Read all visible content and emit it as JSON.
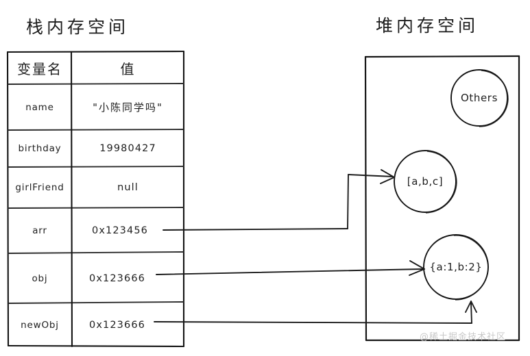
{
  "stack": {
    "title": "栈内存空间",
    "columns": [
      "变量名",
      "值"
    ],
    "rows": [
      {
        "name": "name",
        "value": "\"小陈同学吗\"",
        "cjk": true
      },
      {
        "name": "birthday",
        "value": "19980427",
        "cjk": false
      },
      {
        "name": "girlFriend",
        "value": "null",
        "cjk": false
      },
      {
        "name": "arr",
        "value": "0x123456",
        "cjk": false
      },
      {
        "name": "obj",
        "value": "0x123666",
        "cjk": false
      },
      {
        "name": "newObj",
        "value": "0x123666",
        "cjk": false
      }
    ]
  },
  "heap": {
    "title": "堆内存空间",
    "nodes": [
      {
        "label": "Others"
      },
      {
        "label": "[a,b,c]"
      },
      {
        "label": "{a:1,b:2}"
      }
    ]
  },
  "arrows": [
    {
      "from": "arr",
      "to": "[a,b,c]"
    },
    {
      "from": "obj",
      "to": "{a:1,b:2}"
    },
    {
      "from": "newObj",
      "to": "{a:1,b:2}"
    }
  ],
  "watermark": "@稀土掘金技术社区",
  "colors": {
    "ink": "#1a1a1a",
    "background": "#ffffff",
    "watermark": "#c9c9c9"
  }
}
